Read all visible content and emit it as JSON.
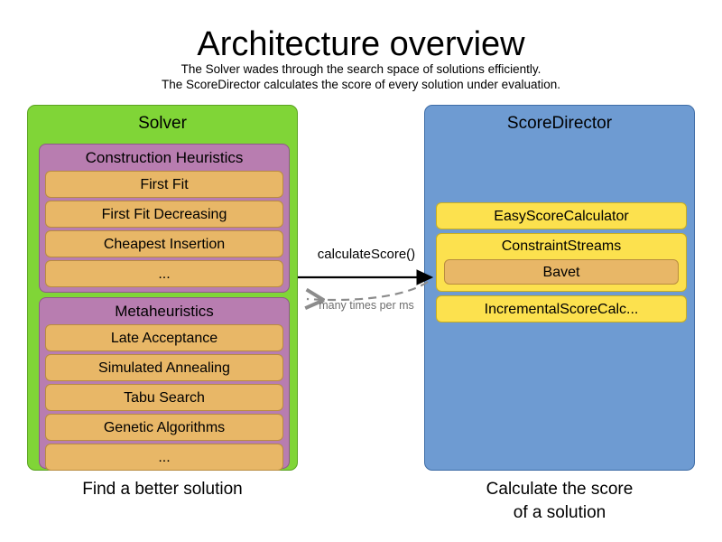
{
  "header": {
    "title": "Architecture overview",
    "subtitle_line1": "The Solver wades through the search space of solutions efficiently.",
    "subtitle_line2": "The ScoreDirector calculates the score of every solution under evaluation."
  },
  "solver_panel": {
    "title": "Solver",
    "caption": "Find a better solution",
    "groups": [
      {
        "title": "Construction Heuristics",
        "items": [
          "First Fit",
          "First Fit Decreasing",
          "Cheapest Insertion",
          "..."
        ]
      },
      {
        "title": "Metaheuristics",
        "items": [
          "Late Acceptance",
          "Simulated Annealing",
          "Tabu Search",
          "Genetic Algorithms",
          "..."
        ]
      }
    ]
  },
  "scoredirector_panel": {
    "title": "ScoreDirector",
    "caption_line1": "Calculate the score",
    "caption_line2": "of a solution",
    "items": [
      {
        "label": "EasyScoreCalculator",
        "nested": null
      },
      {
        "label": "ConstraintStreams",
        "nested": "Bavet"
      },
      {
        "label": "IncrementalScoreCalc...",
        "nested": null
      }
    ]
  },
  "arrows": {
    "forward_label": "calculateScore()",
    "return_label": "many times per ms"
  },
  "colors": {
    "solver_green": "#80D537",
    "group_purple": "#B87DB0",
    "item_orange": "#E8B767",
    "scoredirector_blue": "#6E9BD2",
    "item_yellow": "#FCE14E",
    "arrow_solid": "#000000",
    "arrow_dashed": "#8c8c8c"
  }
}
